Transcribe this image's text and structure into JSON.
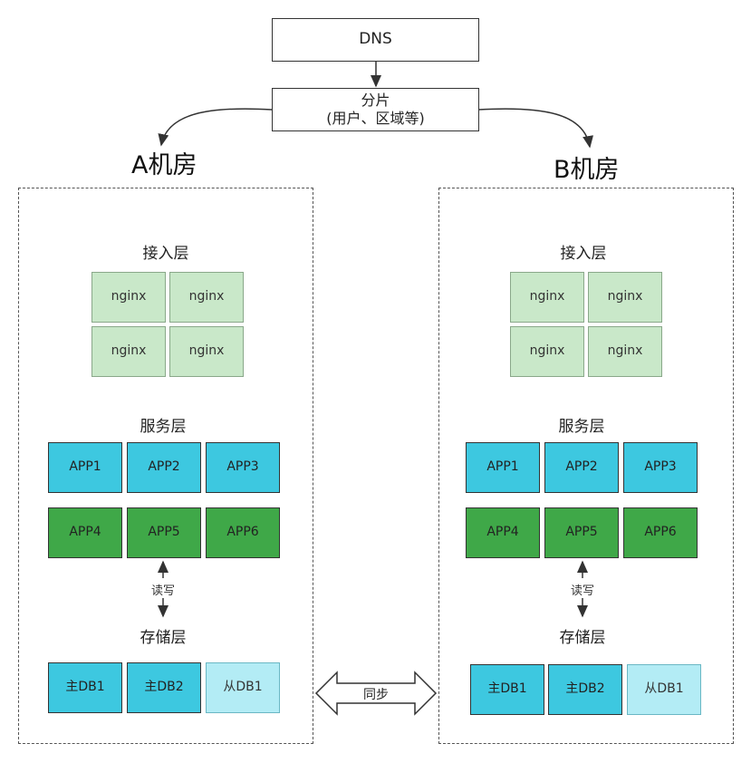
{
  "dns": {
    "label": "DNS"
  },
  "shard": {
    "line1": "分片",
    "line2": "(用户、区域等)"
  },
  "rooms": [
    {
      "title": "A机房",
      "access_layer": {
        "title": "接入层",
        "nodes": [
          "nginx",
          "nginx",
          "nginx",
          "nginx"
        ]
      },
      "service_layer": {
        "title": "服务层",
        "row1": [
          "APP1",
          "APP2",
          "APP3"
        ],
        "row2": [
          "APP4",
          "APP5",
          "APP6"
        ]
      },
      "rw_label": "读写",
      "storage_layer": {
        "title": "存储层",
        "dbs": [
          "主DB1",
          "主DB2",
          "从DB1"
        ]
      }
    },
    {
      "title": "B机房",
      "access_layer": {
        "title": "接入层",
        "nodes": [
          "nginx",
          "nginx",
          "nginx",
          "nginx"
        ]
      },
      "service_layer": {
        "title": "服务层",
        "row1": [
          "APP1",
          "APP2",
          "APP3"
        ],
        "row2": [
          "APP4",
          "APP5",
          "APP6"
        ]
      },
      "rw_label": "读写",
      "storage_layer": {
        "title": "存储层",
        "dbs": [
          "主DB1",
          "主DB2",
          "从DB1"
        ]
      }
    }
  ],
  "sync": {
    "label": "同步"
  },
  "colors": {
    "nginx": "#c9e8c9",
    "app_blue": "#3dc8e0",
    "app_green": "#3fa848",
    "db_main": "#3dc8e0",
    "db_slave": "#b3ecf5"
  }
}
